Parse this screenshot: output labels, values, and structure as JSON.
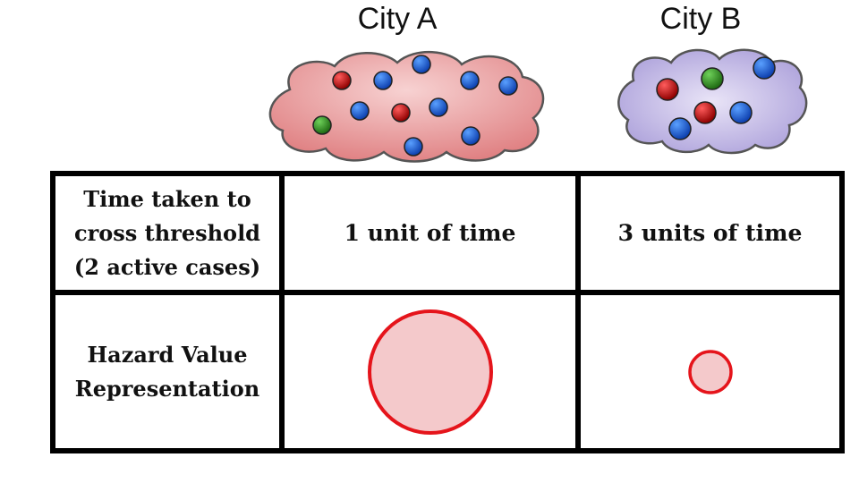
{
  "cities": [
    {
      "name": "City A",
      "color": "#e58c8c",
      "dots": [
        "red",
        "blue",
        "blue",
        "blue",
        "blue",
        "green",
        "blue",
        "red",
        "blue",
        "blue",
        "blue"
      ]
    },
    {
      "name": "City B",
      "color": "#b7aee0",
      "dots": [
        "red",
        "green",
        "blue",
        "red",
        "blue",
        "blue"
      ]
    }
  ],
  "table": {
    "row1_label": "Time taken to\ncross threshold\n(2 active cases)",
    "row1_a": "1 unit of time",
    "row1_b": "3 units of time",
    "row2_label": "Hazard Value\nRepresentation",
    "hazard_circle_a": "large",
    "hazard_circle_b": "small"
  },
  "colors": {
    "dot_red": "#b30d0d",
    "dot_blue": "#1f5fd1",
    "dot_green": "#2f8a22",
    "hazard_fill": "#f4c9cb",
    "hazard_stroke": "#e5141b"
  }
}
